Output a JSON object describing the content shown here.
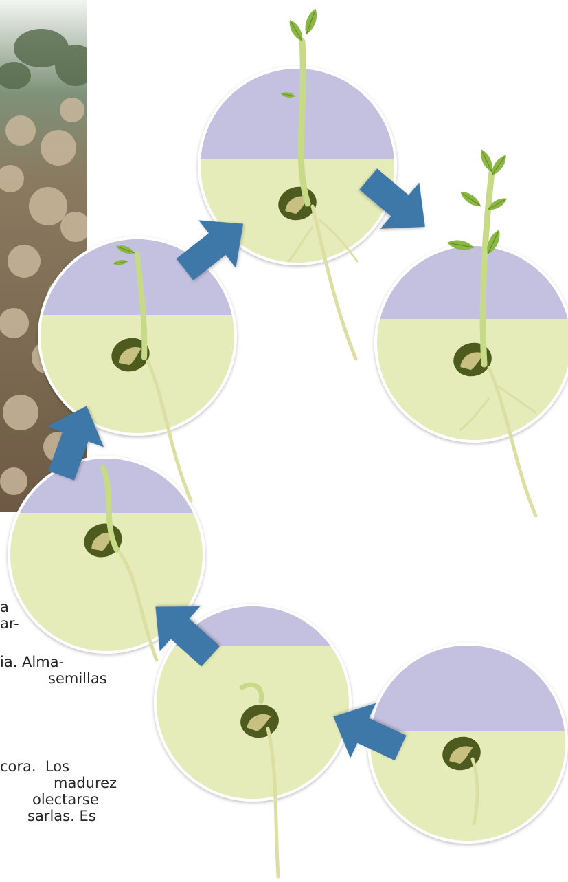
{
  "colors": {
    "sky": "#c4c0df",
    "soil": "#e5ecba",
    "arrow": "#3d78a8",
    "leaf": "#8db744",
    "leaf_dark": "#5f8d2a",
    "stem": "#c6da88",
    "root": "#dcdea2",
    "seed_dark": "#4e5b1e",
    "seed_light": "#c8c081",
    "photo_bg": "#5f7052",
    "photo_flower": "#c2ac90"
  },
  "stages": [
    {
      "id": "stage-1",
      "growth": "seed-swollen"
    },
    {
      "id": "stage-2",
      "growth": "radicle-emerging"
    },
    {
      "id": "stage-3",
      "growth": "root-and-shoot"
    },
    {
      "id": "stage-4",
      "growth": "shoot-above-soil"
    },
    {
      "id": "stage-5",
      "growth": "seedling-first-leaves"
    },
    {
      "id": "stage-6",
      "growth": "seedling-tall"
    },
    {
      "id": "stage-7",
      "growth": "young-plant"
    }
  ],
  "text_fragments": [
    {
      "text": "a"
    },
    {
      "text": "ar-"
    },
    {
      "text": "ia. Alma-"
    },
    {
      "text": "semillas"
    },
    {
      "text": "cora.  Los"
    },
    {
      "text": "madurez"
    },
    {
      "text": "olectarse"
    },
    {
      "text": "sarlas. Es"
    }
  ]
}
